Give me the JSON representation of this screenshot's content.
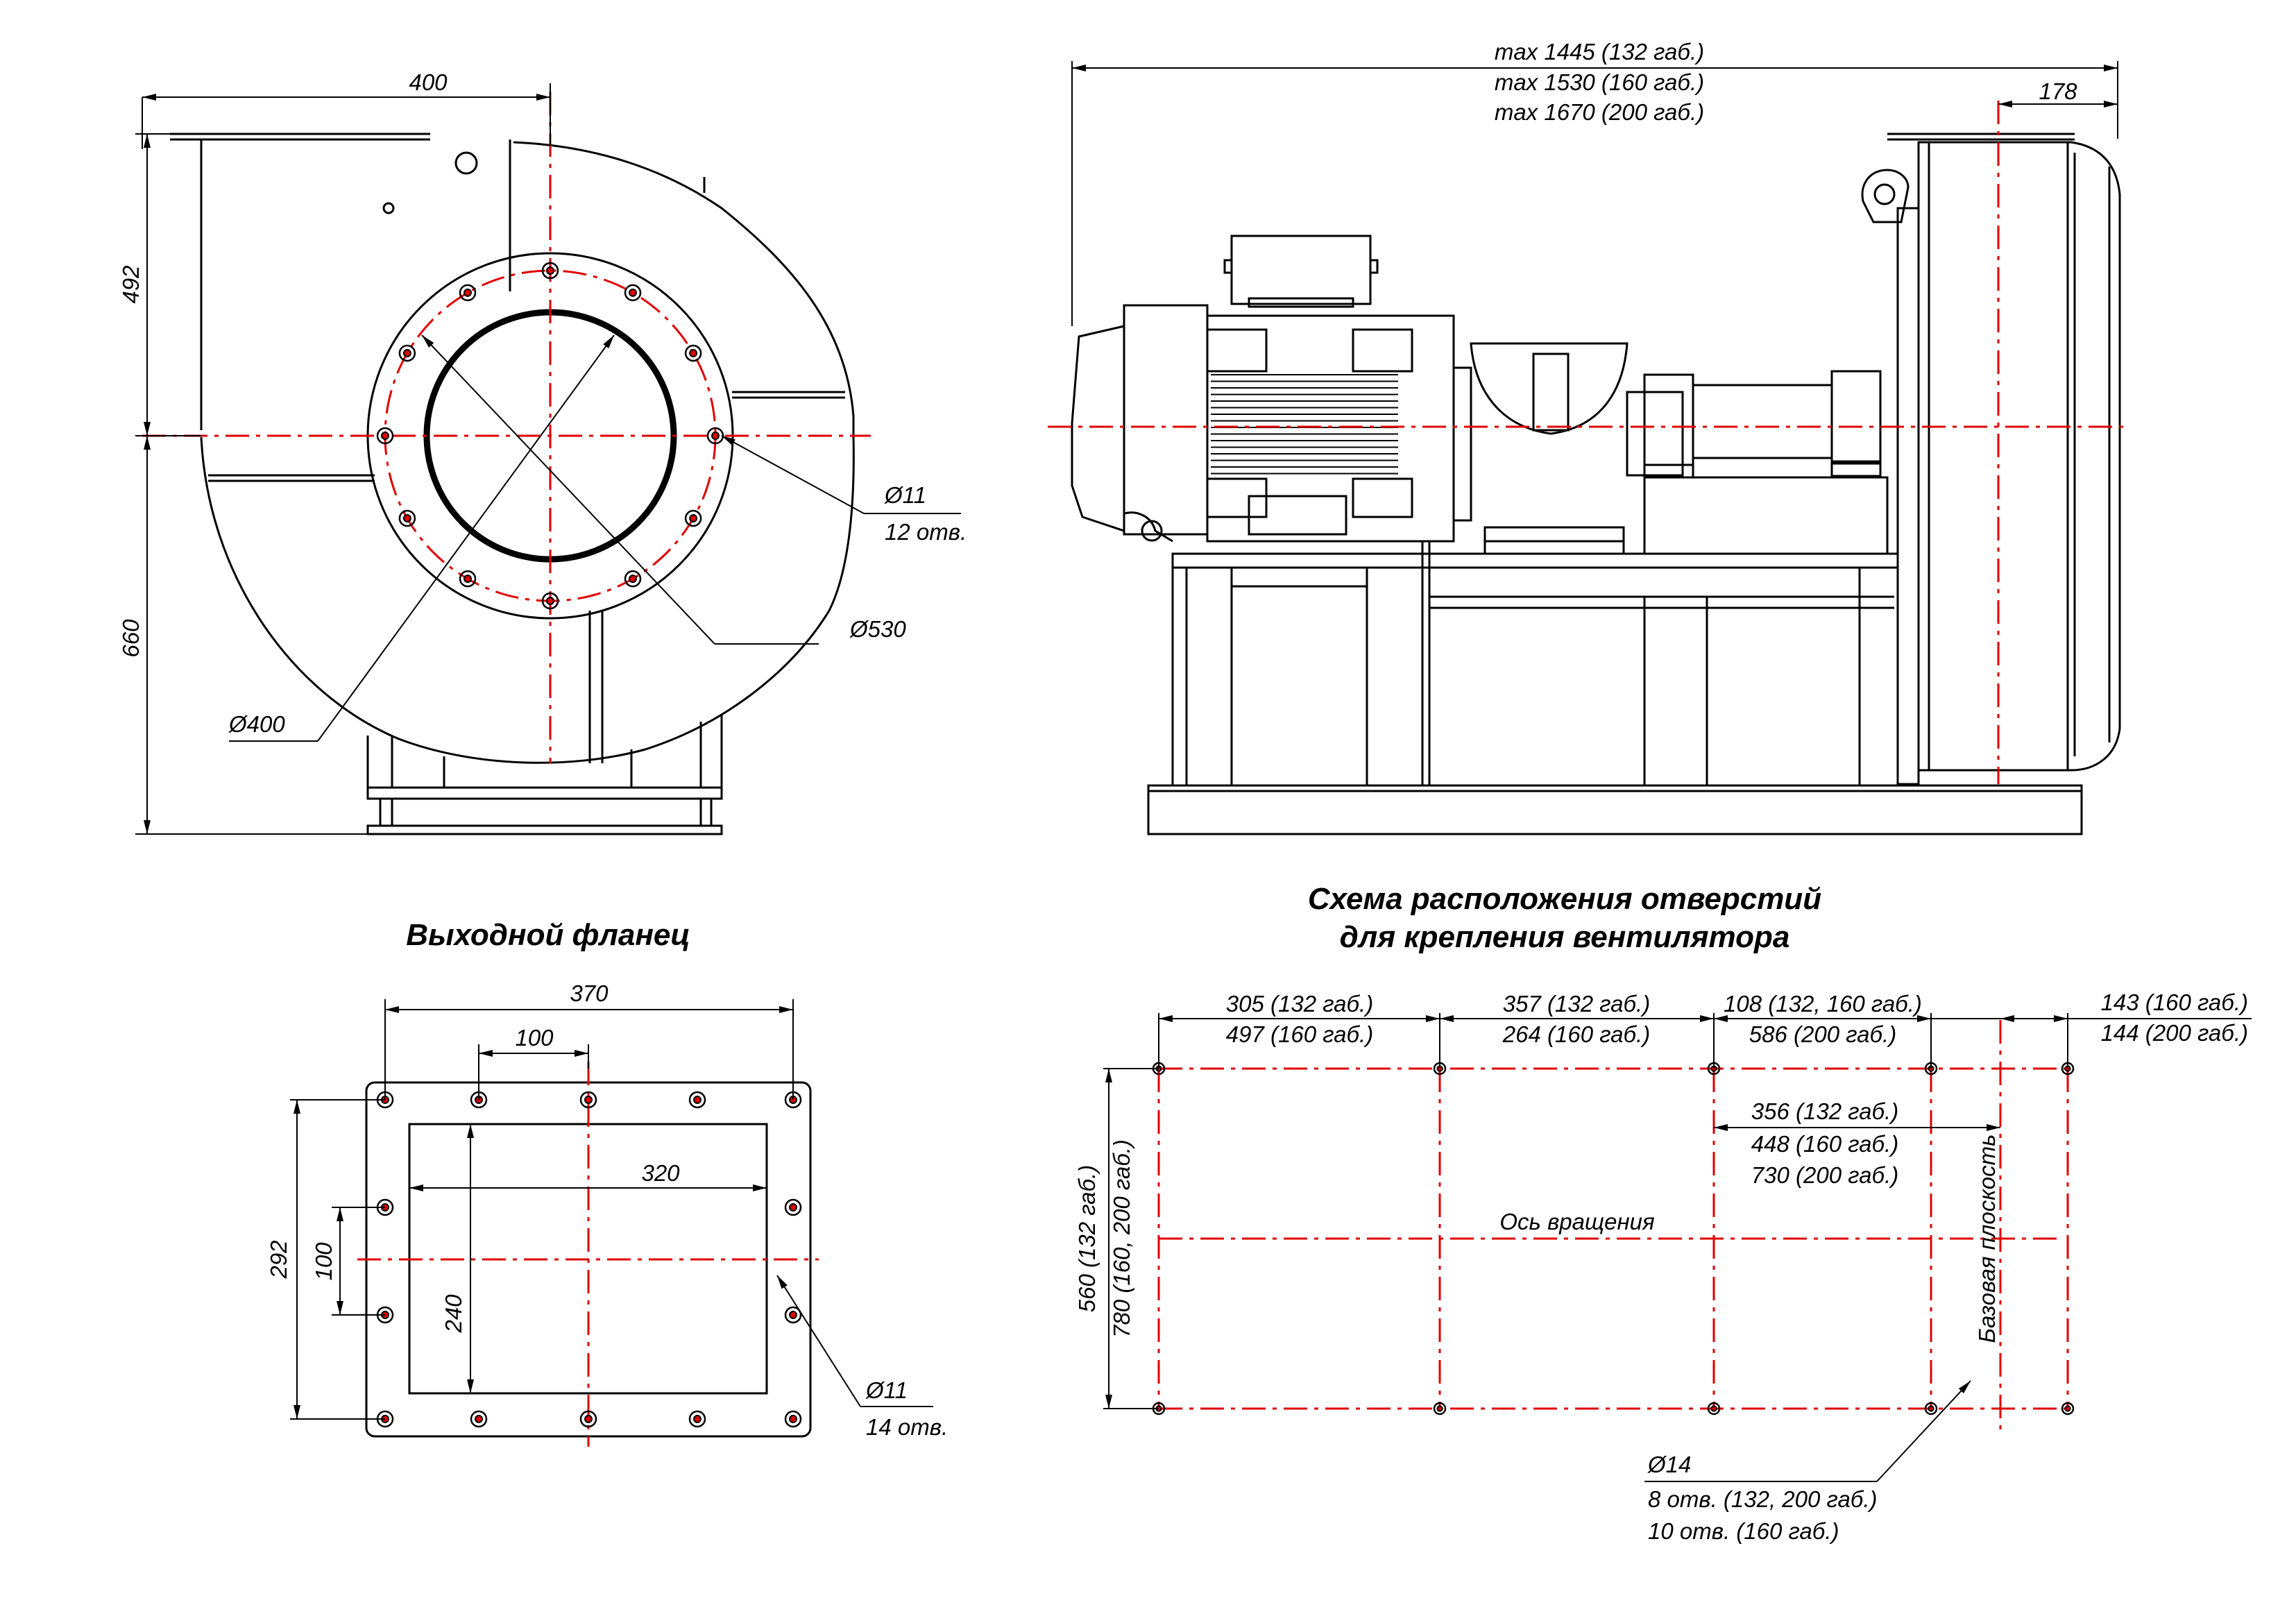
{
  "side_view": {
    "dim_top_width": "400",
    "dim_upper_height": "492",
    "dim_lower_height": "660",
    "hole_callout_dia": "Ø11",
    "hole_callout_count": "12 отв.",
    "flange_circle_dia": "Ø530",
    "inlet_dia": "Ø400"
  },
  "front_view": {
    "overall_length_lines": [
      "max 1445 (132 габ.)",
      "max 1530 (160 габ.)",
      "max 1670 (200 габ.)"
    ],
    "dim_right": "178"
  },
  "outlet_flange": {
    "title": "Выходной фланец",
    "dim_width": "370",
    "dim_pitch_top": "100",
    "dim_inner_width": "320",
    "dim_height": "292",
    "dim_pitch_side": "100",
    "dim_inner_height": "240",
    "hole_callout_dia": "Ø11",
    "hole_callout_count": "14 отв."
  },
  "hole_scheme": {
    "title_line1": "Схема расположения отверстий",
    "title_line2": "для крепления вентилятора",
    "dim1_line1": "305 (132 габ.)",
    "dim1_line2": "497 (160 габ.)",
    "dim2_line1": "357 (132 габ.)",
    "dim2_line2": "264 (160 габ.)",
    "dim3_line1": "108 (132, 160 габ.)",
    "dim3_line2": "586 (200 габ.)",
    "dim4_line1": "143 (160 габ.)",
    "dim4_line2": "144 (200 габ.)",
    "dim5_line1": "356 (132 габ.)",
    "dim5_line2": "448 (160 габ.)",
    "dim5_line3": "730 (200 габ.)",
    "axis_label": "Ось вращения",
    "base_plane_label": "Базовая плоскость",
    "height_line1": "560 (132 габ.)",
    "height_line2": "780 (160, 200 габ.)",
    "hole_dia": "Ø14",
    "hole_count_line1": "8 отв. (132, 200 габ.)",
    "hole_count_line2": "10 отв. (160 габ.)"
  },
  "colors": {
    "lines": "#000000",
    "axes_and_holes": "#e00000",
    "background": "#ffffff"
  }
}
